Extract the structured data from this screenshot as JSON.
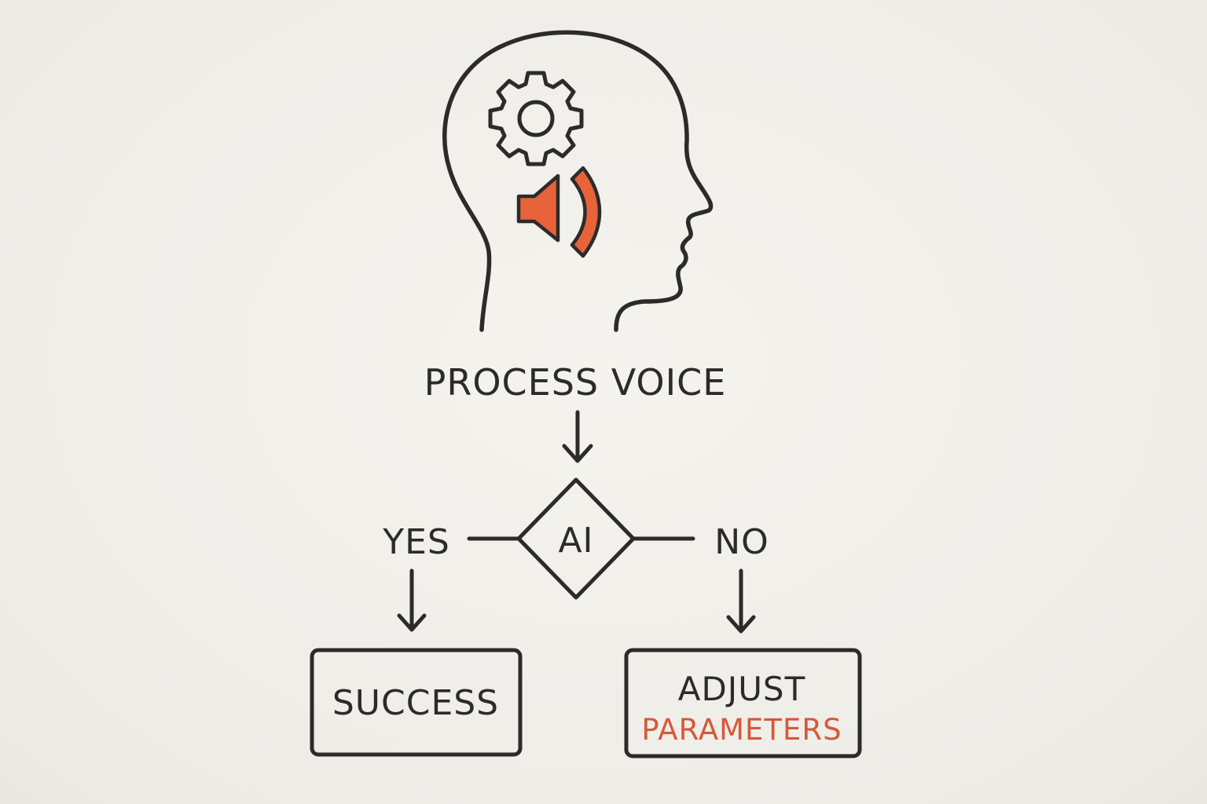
{
  "colors": {
    "ink": "#2b2b2b",
    "accent": "#e8623a",
    "background": "#f1efea"
  },
  "head": {
    "icons": [
      "gear-icon",
      "speaker-icon"
    ]
  },
  "labels": {
    "process_voice": "PROCESS VOICE",
    "decision": "AI",
    "yes": "YES",
    "no": "NO",
    "success": "SUCCESS",
    "adjust_line1": "ADJUST",
    "adjust_line2": "PARAMETERS"
  }
}
